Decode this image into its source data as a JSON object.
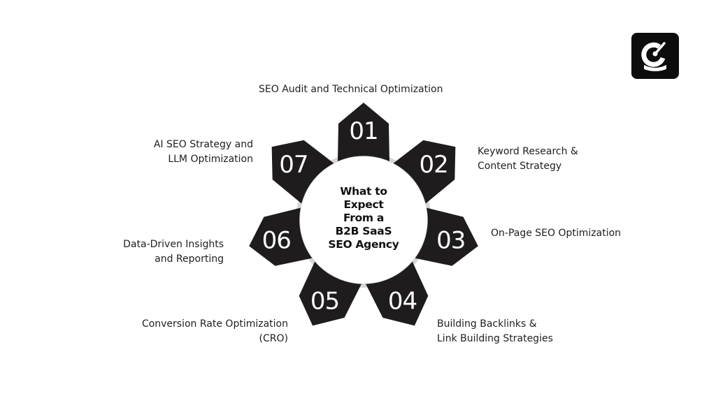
{
  "logo": {
    "icon": "gauge-g-logo-icon",
    "background": "#0d0d0d"
  },
  "center": {
    "title_lines": [
      "What to",
      "Expect",
      "From a",
      "B2B SaaS",
      "SEO Agency"
    ]
  },
  "colors": {
    "petal": "#1f1c1d",
    "ring": "#d4d4d4",
    "background": "#ffffff",
    "text": "#1e1e1e"
  },
  "steps": [
    {
      "number": "01",
      "label_lines": [
        "SEO Audit and Technical Optimization"
      ]
    },
    {
      "number": "02",
      "label_lines": [
        "Keyword Research &",
        "Content Strategy"
      ]
    },
    {
      "number": "03",
      "label_lines": [
        "On-Page SEO Optimization"
      ]
    },
    {
      "number": "04",
      "label_lines": [
        "Building Backlinks &",
        "Link Building Strategies"
      ]
    },
    {
      "number": "05",
      "label_lines": [
        "Conversion Rate Optimization",
        "(CRO)"
      ]
    },
    {
      "number": "06",
      "label_lines": [
        "Data-Driven Insights",
        "and Reporting"
      ]
    },
    {
      "number": "07",
      "label_lines": [
        "AI SEO Strategy and",
        "LLM Optimization"
      ]
    }
  ]
}
